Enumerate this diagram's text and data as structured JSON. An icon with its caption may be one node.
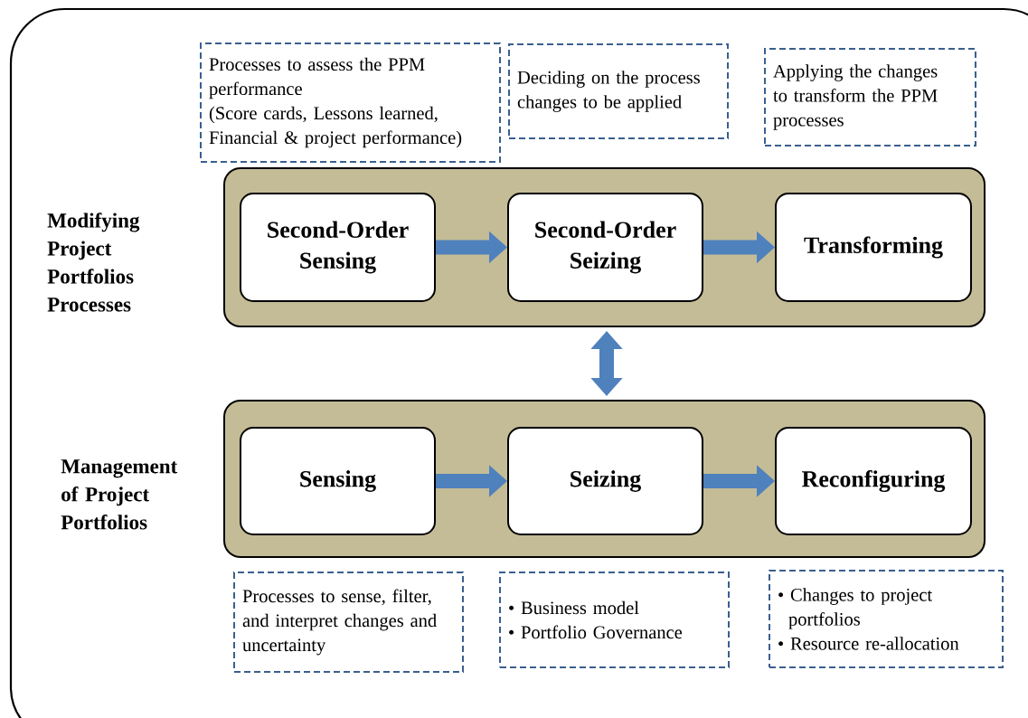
{
  "diagram": {
    "nodes": [
      {
        "text": [],
        "shape": "box"
      },
      {
        "text": [
          "Second-Order Sensing"
        ],
        "in": 0
      },
      {
        "text": [
          "Second-Order Seizing"
        ],
        "in": 0
      },
      {
        "text": [
          "Transforming"
        ],
        "in": 0
      },
      {
        "text": [],
        "shape": "box"
      },
      {
        "text": [
          "Sensing"
        ],
        "in": 4
      },
      {
        "text": [
          "Seizing"
        ],
        "in": 4
      },
      {
        "text": [
          "Reconfiguring"
        ],
        "in": 4
      },
      {
        "text": [
          "Processes to assess the PPM performance",
          "(Score cards, Lessons learned, Financial & project performance)"
        ]
      },
      {
        "text": [
          "Deciding on the process changes to be applied"
        ]
      },
      {
        "text": [
          "Applying the changes to transform the PPM processes"
        ]
      },
      {
        "text": [
          "Processes to sense, filter, and interpret changes and uncertainty"
        ]
      },
      {
        "text": [
          "• Business model",
          "• Portfolio Governance"
        ]
      },
      {
        "text": [
          "• Changes to project portfolios",
          "• Resource re-allocation"
        ]
      }
    ],
    "edges": [
      {
        "from": 1,
        "to": 2,
        "arrow": "to"
      },
      {
        "from": 2,
        "to": 3,
        "arrow": "to"
      },
      {
        "from": 0,
        "to": 4,
        "arrow": "both"
      },
      {
        "from": 5,
        "to": 6,
        "arrow": "to"
      },
      {
        "from": 6,
        "to": 7,
        "arrow": "to"
      }
    ],
    "labels": [
      "Modifying Project Portfolios Processes",
      "Management of Project Portfolios"
    ]
  }
}
